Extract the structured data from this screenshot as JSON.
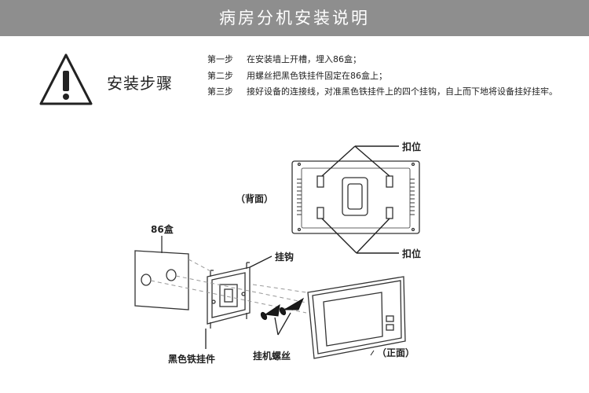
{
  "title": "病房分机安装说明",
  "heading": "安装步骤",
  "steps": [
    {
      "label": "第一步",
      "text": "在安装墙上开槽，埋入86盒；"
    },
    {
      "label": "第二步",
      "text": "用螺丝把黑色铁挂件固定在86盒上；"
    },
    {
      "label": "第三步",
      "text": "接好设备的连接线，对准黑色铁挂件上的四个挂钩，自上而下地将设备挂好挂牢。"
    }
  ],
  "labels": {
    "buckle_top": "扣位",
    "buckle_bottom": "扣位",
    "back": "（背面）",
    "box86": "86盒",
    "hook": "挂钩",
    "front": "（正面）",
    "bracket": "黑色铁挂件",
    "screws": "挂机螺丝"
  },
  "colors": {
    "banner": "#8e8e8e",
    "line": "#333333"
  }
}
